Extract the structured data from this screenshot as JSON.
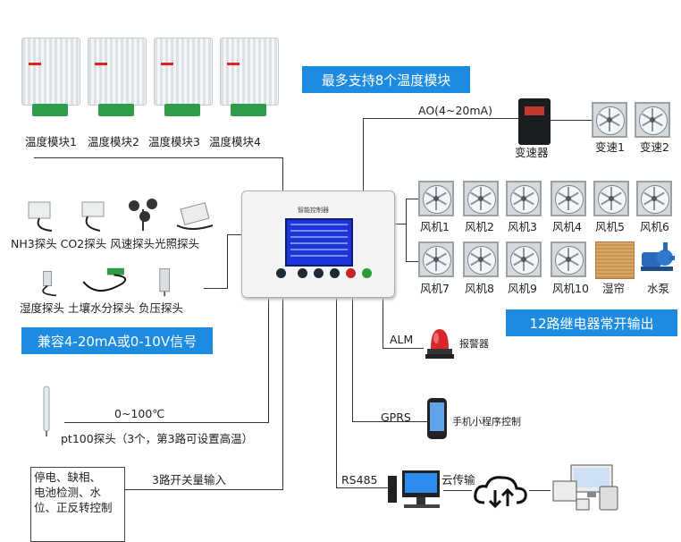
{
  "temp_modules": {
    "labels": [
      "温度模块1",
      "温度模块2",
      "温度模块3",
      "温度模块4"
    ],
    "banner": "最多支持8个温度模块"
  },
  "controller": {
    "title": "智能控制器"
  },
  "ao": {
    "label": "AO(4~20mA)",
    "vfd_label": "变速器",
    "speed_fans": [
      "变速1",
      "变速2"
    ]
  },
  "relays": {
    "row1": [
      "风机1",
      "风机2",
      "风机3",
      "风机4",
      "风机5",
      "风机6"
    ],
    "row2": [
      "风机7",
      "风机8",
      "风机9",
      "风机10"
    ],
    "curtain": "湿帘",
    "pump": "水泵",
    "banner": "12路继电器常开输出"
  },
  "sensors": {
    "row1": "NH3探头 CO2探头 风速探头光照探头",
    "row2": "湿度探头 土壤水分探头 负压探头",
    "banner": "兼容4-20mA或0-10V信号"
  },
  "alarm": {
    "port": "ALM",
    "label": "报警器"
  },
  "gprs": {
    "port": "GPRS",
    "label": "手机小程序控制"
  },
  "rs485": {
    "port": "RS485",
    "label": "云传输"
  },
  "pt100": {
    "range": "0~100℃",
    "note": "pt100探头（3个，第3路可设置高温）"
  },
  "switch_input": {
    "label": "3路开关量输入",
    "box": "停电、缺相、\n电池检测、水\n位、正反转控制"
  },
  "colors": {
    "accent": "#1c8be0",
    "green_base": "#2e9c48",
    "alarm_red": "#d8262a"
  }
}
